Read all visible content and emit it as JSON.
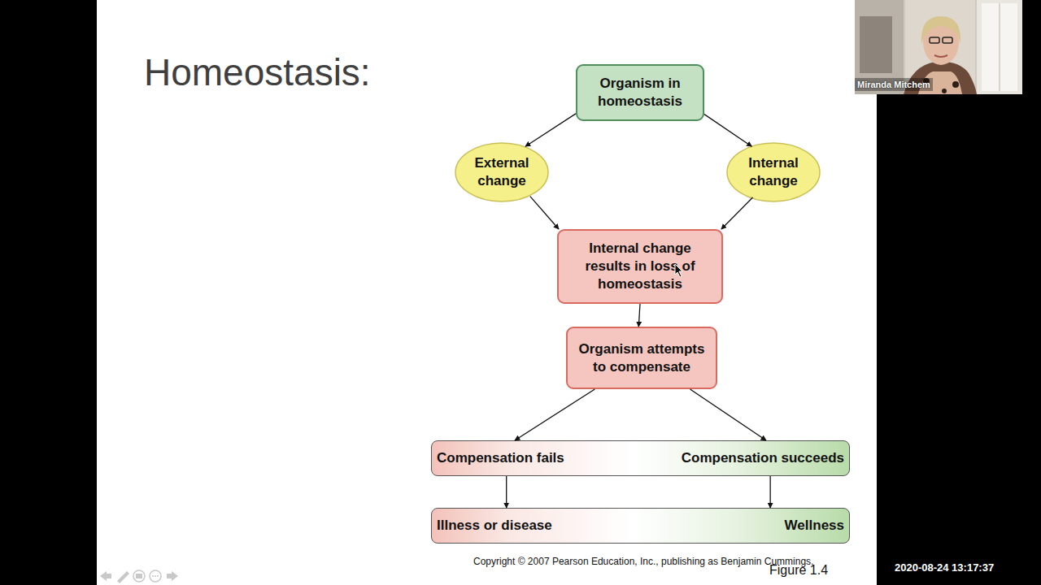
{
  "diagram": {
    "title": "Homeostasis:",
    "nodes": [
      {
        "text": [
          "Organism in homeostasis"
        ]
      },
      {
        "text": [
          "External change"
        ]
      },
      {
        "text": [
          "Internal change"
        ]
      },
      {
        "text": [
          "Internal change results in loss of homeostasis"
        ]
      },
      {
        "text": [
          "Organism attempts to compensate"
        ]
      },
      {
        "text": [
          "Compensation fails",
          "Compensation succeeds"
        ]
      },
      {
        "text": [
          "Illness or disease",
          "Wellness"
        ]
      }
    ],
    "edges": [
      {
        "from": 0,
        "to": 1,
        "arrow": "to"
      },
      {
        "from": 0,
        "to": 2,
        "arrow": "to"
      },
      {
        "from": 1,
        "to": 3,
        "arrow": "to"
      },
      {
        "from": 2,
        "to": 3,
        "arrow": "to"
      },
      {
        "from": 3,
        "to": 4,
        "arrow": "to"
      },
      {
        "from": 4,
        "to": 5,
        "arrow": "to"
      },
      {
        "from": 4,
        "to": 5,
        "arrow": "to"
      },
      {
        "from": 5,
        "to": 6,
        "arrow": "to"
      },
      {
        "from": 5,
        "to": 6,
        "arrow": "to"
      }
    ],
    "labels": [
      "Copyright © 2007 Pearson Education, Inc., publishing as Benjamin Cummings.",
      "Figure 1.4",
      "Miranda Mitchem",
      "2020-08-24 13:17:37"
    ]
  }
}
